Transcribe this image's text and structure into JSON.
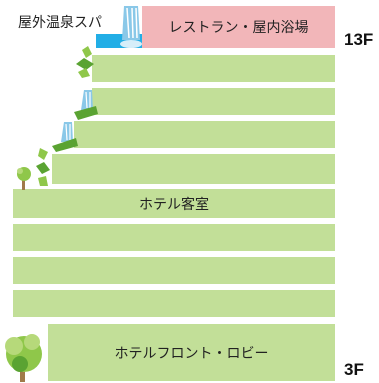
{
  "labels": {
    "spa": "屋外温泉スパ",
    "restaurant": "レストラン・屋内浴場",
    "guest_rooms": "ホテル客室",
    "front_lobby": "ホテルフロント・ロビー"
  },
  "floor_numbers": {
    "top": "13F",
    "bottom": "3F"
  },
  "colors": {
    "floor_green": "#c2df98",
    "restaurant_pink": "#f2b6b9",
    "spa_blue": "#22aee6",
    "leaf_green": "#5aa332",
    "tree_green": "#8fc74a"
  }
}
